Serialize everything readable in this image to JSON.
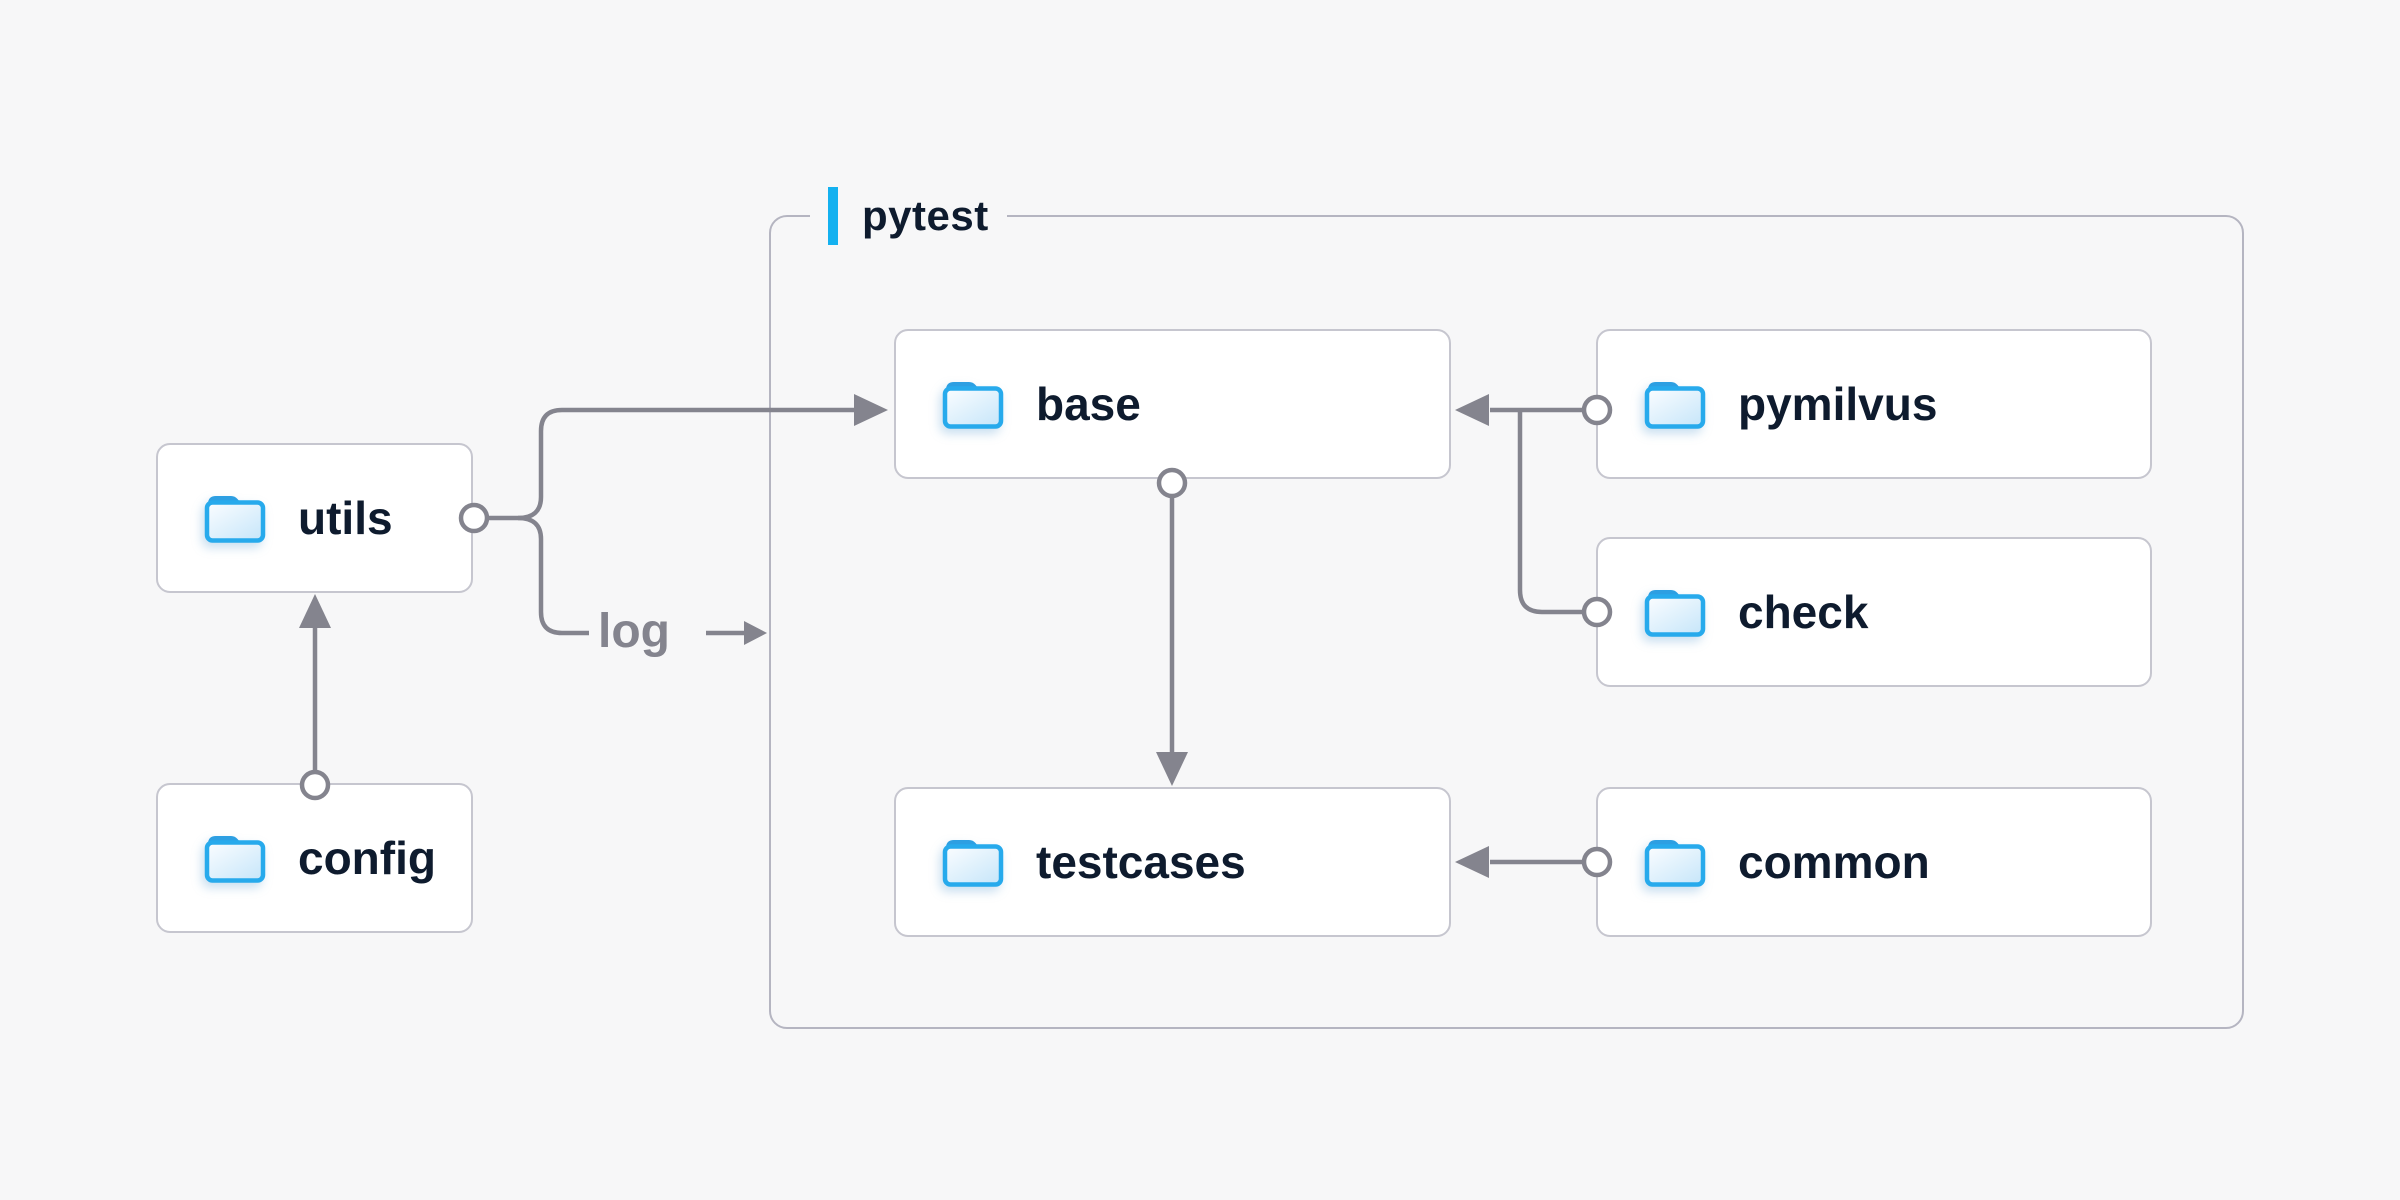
{
  "diagram": {
    "container": {
      "label": "pytest"
    },
    "edge_label": "log",
    "nodes": [
      {
        "id": "utils",
        "label": "utils",
        "icon": "folder-icon",
        "inside_container": false
      },
      {
        "id": "config",
        "label": "config",
        "icon": "folder-icon",
        "inside_container": false
      },
      {
        "id": "base",
        "label": "base",
        "icon": "folder-icon",
        "inside_container": true
      },
      {
        "id": "pymilvus",
        "label": "pymilvus",
        "icon": "folder-icon",
        "inside_container": true
      },
      {
        "id": "check",
        "label": "check",
        "icon": "folder-icon",
        "inside_container": true
      },
      {
        "id": "testcases",
        "label": "testcases",
        "icon": "folder-icon",
        "inside_container": true
      },
      {
        "id": "common",
        "label": "common",
        "icon": "folder-icon",
        "inside_container": true
      }
    ],
    "edges": [
      {
        "from": "config",
        "to": "utils",
        "label": ""
      },
      {
        "from": "utils",
        "to": "base",
        "label": ""
      },
      {
        "from": "utils",
        "to": "pytest",
        "label": "log"
      },
      {
        "from": "base",
        "to": "testcases",
        "label": ""
      },
      {
        "from": "pymilvus",
        "to": "base",
        "label": ""
      },
      {
        "from": "check",
        "to": "base",
        "label": ""
      },
      {
        "from": "common",
        "to": "testcases",
        "label": ""
      }
    ],
    "colors": {
      "background": "#f7f7f8",
      "node_fill": "#ffffff",
      "node_border": "#c6c6cf",
      "container_border": "#b5b5c1",
      "connector": "#84848e",
      "text": "#0e1b2e",
      "accent_cyan": "#14b1f0",
      "folder_stroke": "#27aaec",
      "folder_tab": "#2d9fe2"
    }
  }
}
